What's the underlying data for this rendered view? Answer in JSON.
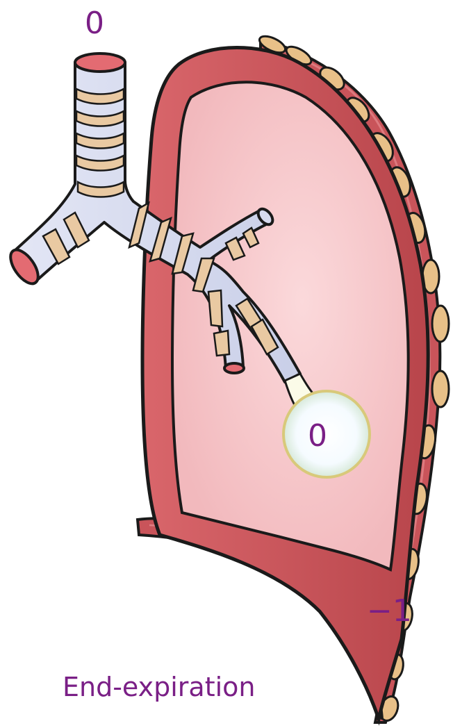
{
  "labels": {
    "airway_opening_pressure": "0",
    "alveolar_pressure": "0",
    "pleural_pressure": "−1",
    "phase": "End-expiration"
  },
  "colors": {
    "label_text": "#7a1f86",
    "outline": "#1a1a1a",
    "pleura_red": "#c9545a",
    "lung_pink": "#f6c5c8",
    "cartilage_tan": "#e9c9a2",
    "airway_blue": "#d7dbef",
    "rib_tan": "#e8c088"
  }
}
